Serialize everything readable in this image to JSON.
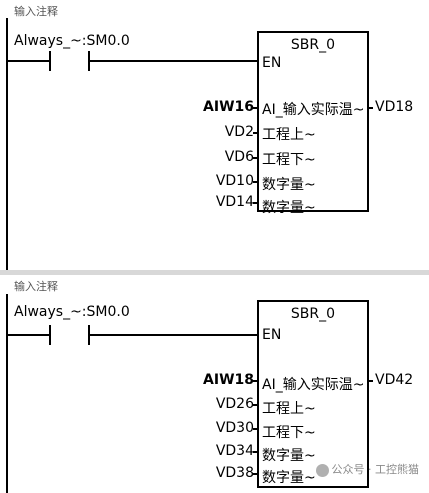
{
  "networks": [
    {
      "comment": "输入注释",
      "contact": "Always_~:SM0.0",
      "block": {
        "title": "SBR_0",
        "en": "EN",
        "inputs": [
          {
            "arg": "AIW16",
            "pin": "AI_输入实际温~"
          },
          {
            "arg": "VD2",
            "pin": "工程上~"
          },
          {
            "arg": "VD6",
            "pin": "工程下~"
          },
          {
            "arg": "VD10",
            "pin": "数字量~"
          },
          {
            "arg": "VD14",
            "pin": "数字量~"
          }
        ],
        "output": "VD18"
      }
    },
    {
      "comment": "输入注释",
      "contact": "Always_~:SM0.0",
      "block": {
        "title": "SBR_0",
        "en": "EN",
        "inputs": [
          {
            "arg": "AIW18",
            "pin": "AI_输入实际温~"
          },
          {
            "arg": "VD26",
            "pin": "工程上~"
          },
          {
            "arg": "VD30",
            "pin": "工程下~"
          },
          {
            "arg": "VD34",
            "pin": "数字量~"
          },
          {
            "arg": "VD38",
            "pin": "数字量~"
          }
        ],
        "output": "VD42"
      }
    }
  ],
  "watermark": "公众号 · 工控熊猫"
}
